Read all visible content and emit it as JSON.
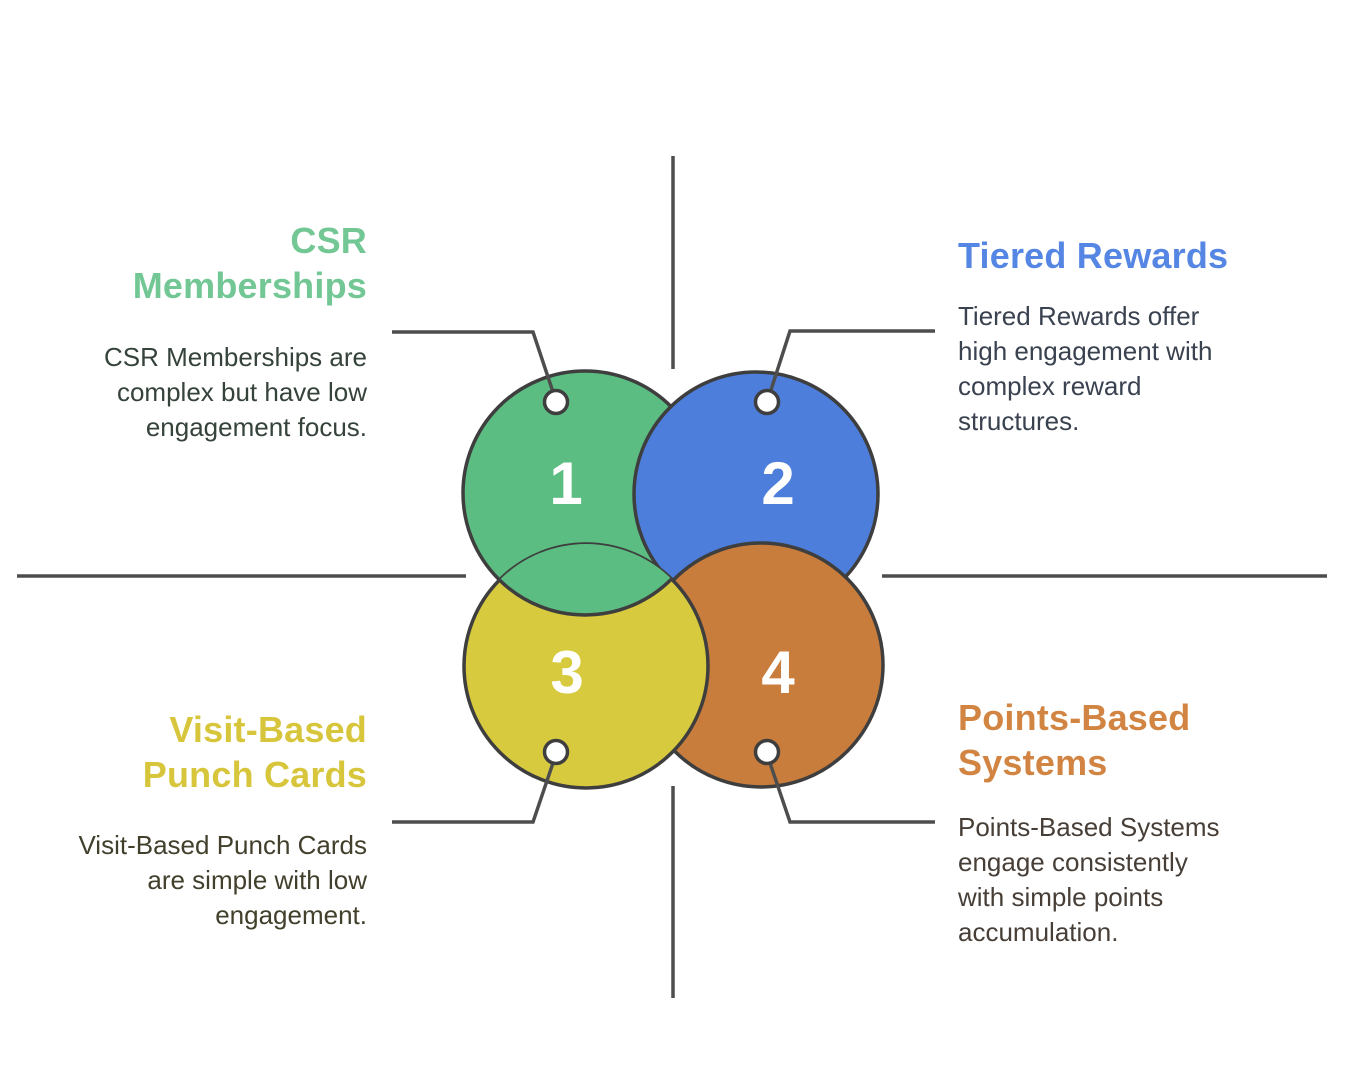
{
  "diagram": {
    "title": "",
    "number_color": "#FFFFFF",
    "outline_color": "#3E3E3E",
    "axis_color": "#4D4D4D",
    "background_color": "#FFFFFF"
  },
  "quadrants": [
    {
      "id": "csr-memberships",
      "number": "1",
      "title": "CSR\nMemberships",
      "description": "CSR Memberships are\ncomplex but have low\nengagement focus.",
      "title_color": "#72C794",
      "circle_color": "#5CBD82",
      "description_color": "#35433A"
    },
    {
      "id": "tiered-rewards",
      "number": "2",
      "title": "Tiered Rewards",
      "description": "Tiered Rewards offer\nhigh engagement with\ncomplex reward\nstructures.",
      "title_color": "#5586E3",
      "circle_color": "#4E7EDB",
      "description_color": "#3A4250"
    },
    {
      "id": "visit-based-punch-cards",
      "number": "3",
      "title": "Visit-Based\nPunch Cards",
      "description": "Visit-Based Punch Cards\nare simple with low\nengagement.",
      "title_color": "#D7C63B",
      "circle_color": "#D8CA3E",
      "description_color": "#42402C"
    },
    {
      "id": "points-based-systems",
      "number": "4",
      "title": "Points-Based\nSystems",
      "description": "Points-Based Systems\nengage consistently\nwith simple points\naccumulation.",
      "title_color": "#D28542",
      "circle_color": "#C97D3D",
      "description_color": "#473F37"
    }
  ]
}
